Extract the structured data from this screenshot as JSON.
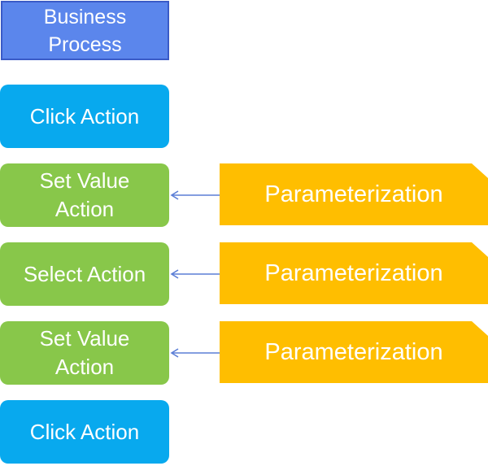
{
  "colors": {
    "business_process_fill": "#5b86ec",
    "business_process_border": "#3a5bc7",
    "click_fill": "#08a9ee",
    "set_select_fill": "#88c74a",
    "parameter_fill": "#ffbe00",
    "arrow": "#5b7ed6"
  },
  "nodes": {
    "business_process": "Business\nProcess",
    "step1": "Click Action",
    "step2": "Set Value\nAction",
    "step3": "Select Action",
    "step4": "Set Value\nAction",
    "step5": "Click Action"
  },
  "parameters": [
    {
      "label": "Parameterization"
    },
    {
      "label": "Parameterization"
    },
    {
      "label": "Parameterization"
    }
  ]
}
